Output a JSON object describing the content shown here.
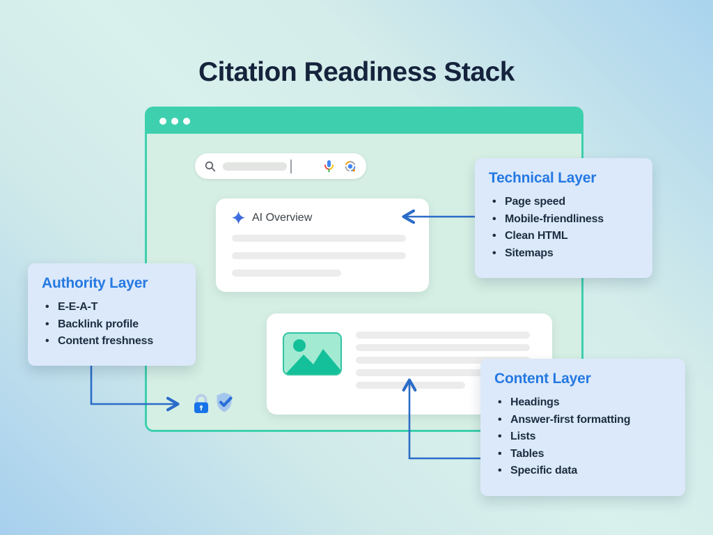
{
  "title": "Citation Readiness Stack",
  "colors": {
    "background_mint": "#d8f0ec",
    "background_blue": "#a9d2ef",
    "browser_chrome_teal": "#3ed0ae",
    "browser_body_mint": "#d6efe4",
    "card_white": "#ffffff",
    "skeleton_gray": "#ececec",
    "callout_bg": "#dce9fa",
    "callout_title_blue": "#2579e2",
    "text_navy": "#1d2d42",
    "arrow_blue": "#2b6cc8",
    "thumbnail_fill": "#a3ead3",
    "thumbnail_teal": "#14c09a",
    "lock_blue": "#1773e8",
    "shield_light_blue": "#a5c6ec"
  },
  "browser": {
    "window_dots": 3,
    "search_bar": {
      "icons": [
        "search-icon",
        "mic-icon",
        "lens-icon"
      ]
    },
    "ai_overview": {
      "label": "AI Overview",
      "icon": "sparkle-icon",
      "skeleton_lines": 3
    },
    "result_card": {
      "thumbnail_icon": "image-placeholder-icon",
      "skeleton_lines": 5
    },
    "security_icons": [
      "lock-icon",
      "shield-check-icon"
    ]
  },
  "callouts": {
    "technical": {
      "title": "Technical Layer",
      "items": [
        "Page speed",
        "Mobile-friendliness",
        "Clean HTML",
        "Sitemaps"
      ]
    },
    "authority": {
      "title": "Authority Layer",
      "items": [
        "E-E-A-T",
        "Backlink profile",
        "Content freshness"
      ]
    },
    "content": {
      "title": "Content Layer",
      "items": [
        "Headings",
        "Answer-first formatting",
        "Lists",
        "Tables",
        "Specific data"
      ]
    }
  }
}
